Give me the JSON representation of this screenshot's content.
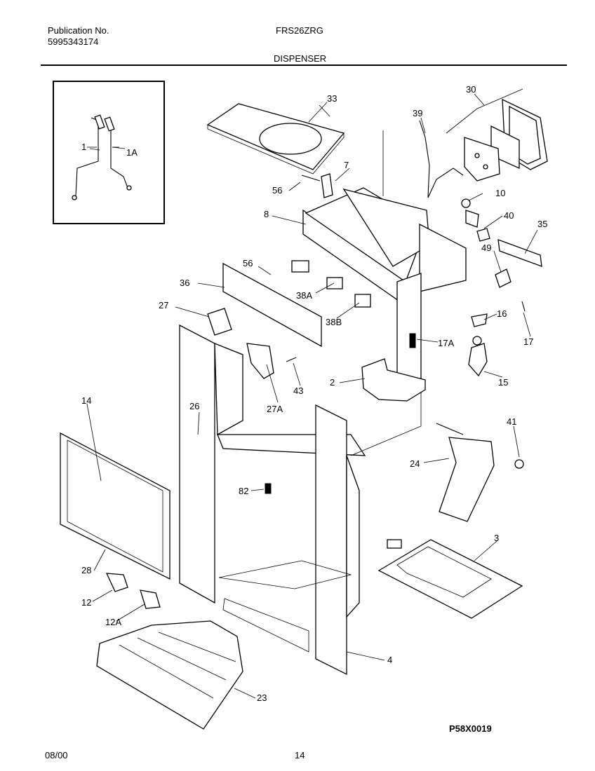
{
  "header": {
    "publication_label": "Publication No.",
    "publication_number": "5995343174",
    "model": "FRS26ZRG",
    "section_title": "DISPENSER"
  },
  "footer": {
    "date": "08/00",
    "page_number": "14",
    "drawing_code": "P58X0019"
  },
  "part_labels": [
    "1",
    "1A",
    "33",
    "30",
    "39",
    "7",
    "56",
    "10",
    "8",
    "40",
    "35",
    "49",
    "56",
    "36",
    "38A",
    "16",
    "27",
    "38B",
    "17",
    "17A",
    "43",
    "2",
    "15",
    "27A",
    "14",
    "26",
    "41",
    "24",
    "82",
    "3",
    "28",
    "12",
    "12A",
    "4",
    "23"
  ]
}
